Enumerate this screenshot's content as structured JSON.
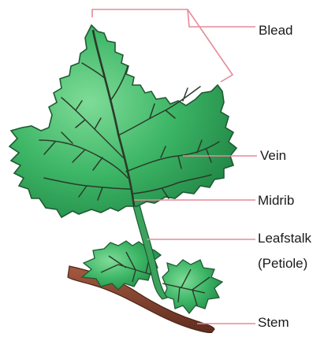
{
  "labels": {
    "blead": "Blead",
    "vein": "Vein",
    "midrib": "Midrib",
    "leafstalk": "Leafstalk",
    "petiole": "(Petiole)",
    "stem": "Stem"
  },
  "colors": {
    "leaf_fill": "#2fa85a",
    "leaf_highlight": "#6cd38a",
    "leaf_outline": "#1f5a33",
    "vein": "#2b3a2a",
    "stem": "#7a3f2c",
    "pointer_line": "#e58a9a"
  }
}
